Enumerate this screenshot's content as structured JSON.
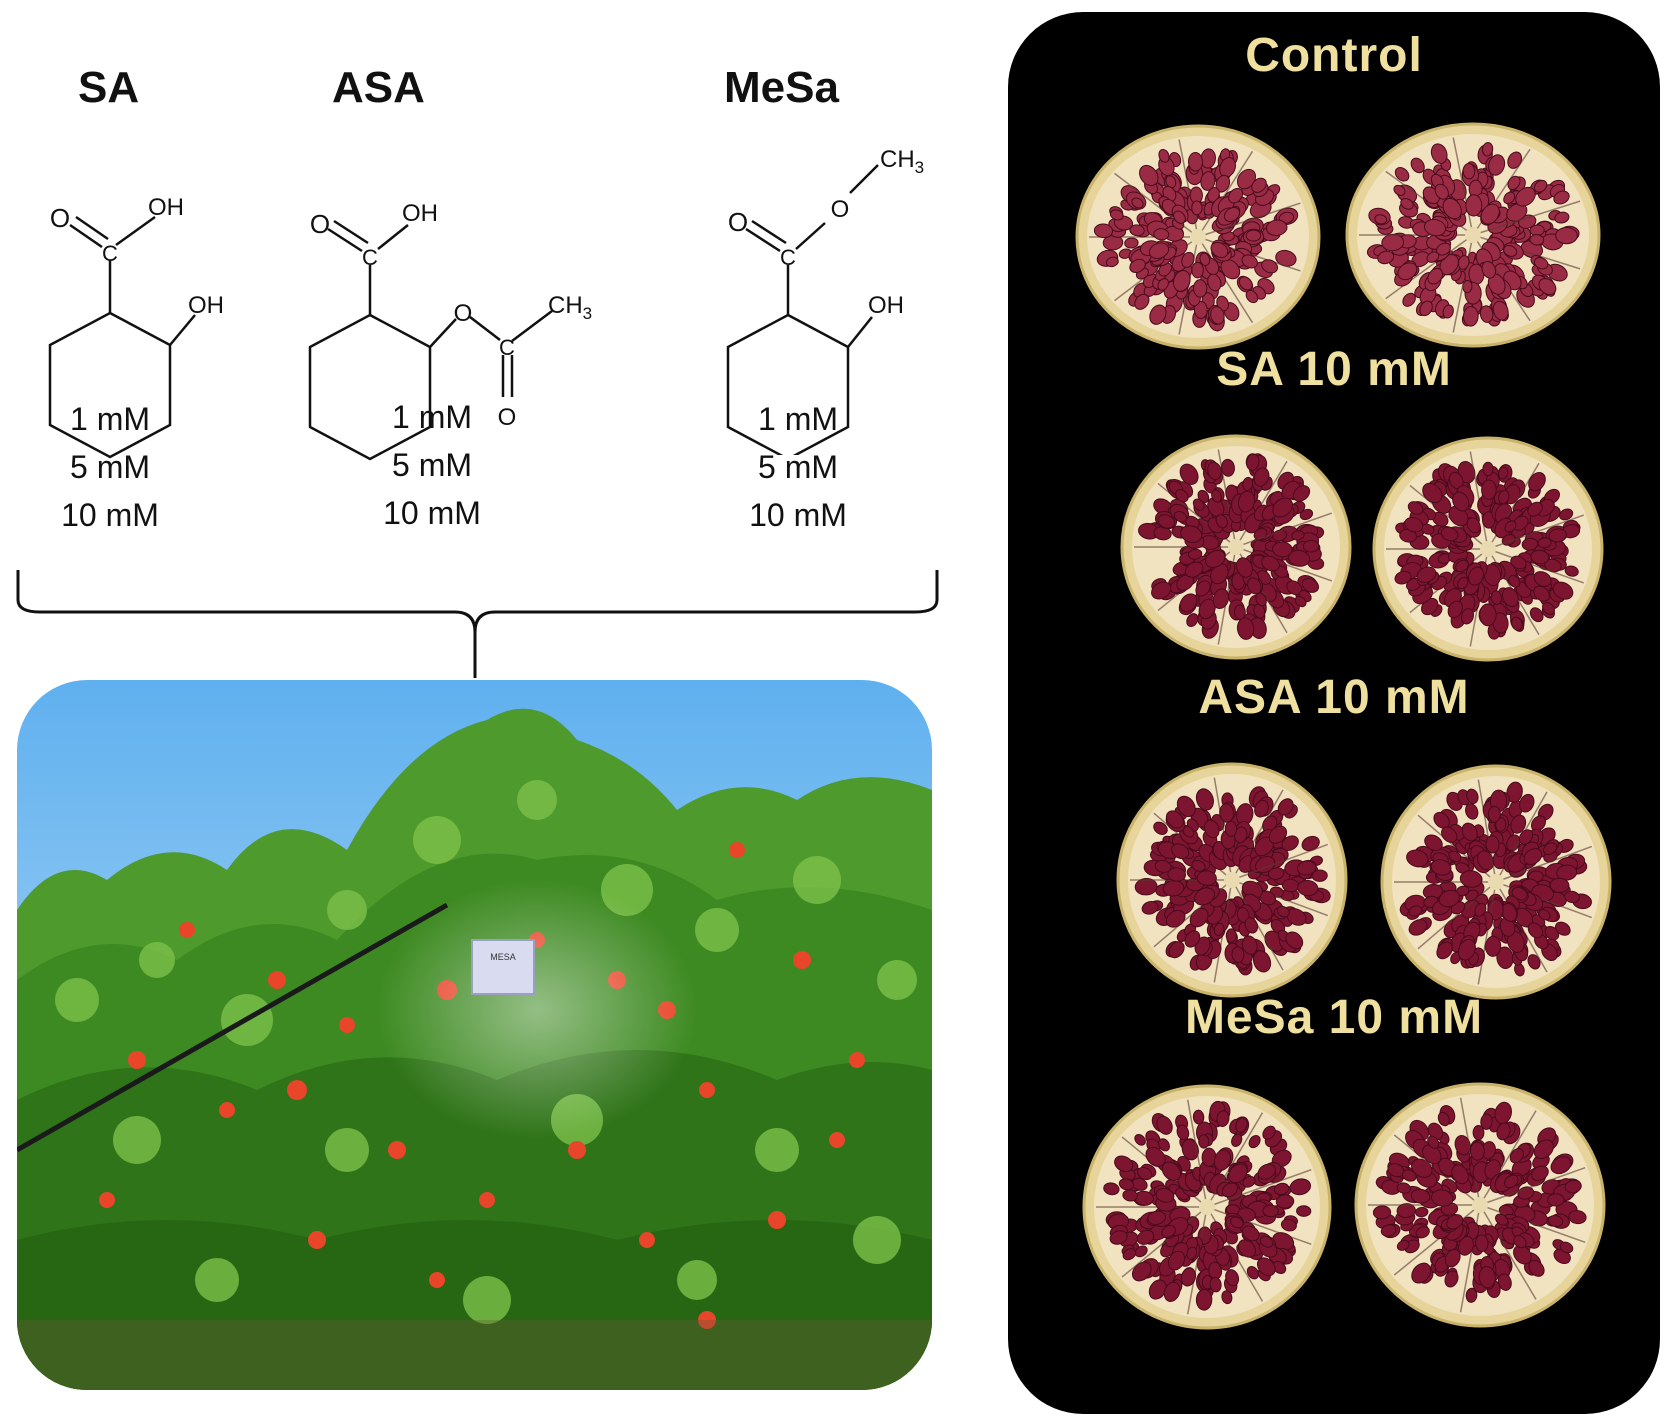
{
  "compounds": [
    {
      "name": "SA",
      "doses": [
        "1 mM",
        "5 mM",
        "10 mM"
      ],
      "atoms": {
        "carbonyl_o": "O",
        "acid_oh": "OH",
        "ring_oh": "OH",
        "carbon": "C"
      }
    },
    {
      "name": "ASA",
      "doses": [
        "1 mM",
        "5 mM",
        "10 mM"
      ],
      "atoms": {
        "carbonyl_o": "O",
        "acid_oh": "OH",
        "ester_o": "O",
        "acetyl_c": "C",
        "methyl": "CH3",
        "acetyl_o": "O",
        "carbon": "C"
      }
    },
    {
      "name": "MeSa",
      "doses": [
        "1 mM",
        "5 mM",
        "10 mM"
      ],
      "atoms": {
        "carbonyl_o": "O",
        "ester_o": "O",
        "methyl": "CH3",
        "ring_oh": "OH",
        "carbon": "C"
      }
    }
  ],
  "treatments": [
    {
      "label": "Control"
    },
    {
      "label": "SA 10 mM"
    },
    {
      "label": "ASA 10 mM"
    },
    {
      "label": "MeSa 10 mM"
    }
  ],
  "photo_sign_text": "MESA"
}
